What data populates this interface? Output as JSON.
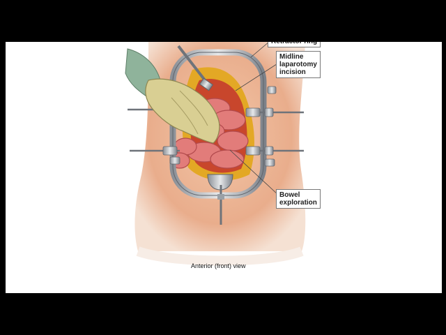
{
  "labels": {
    "top_partial": "Retractor ring",
    "incision": "Midline\nlaparotomy\nincision",
    "bowel": "Bowel\nexploration"
  },
  "caption": "Anterior (front) view"
}
